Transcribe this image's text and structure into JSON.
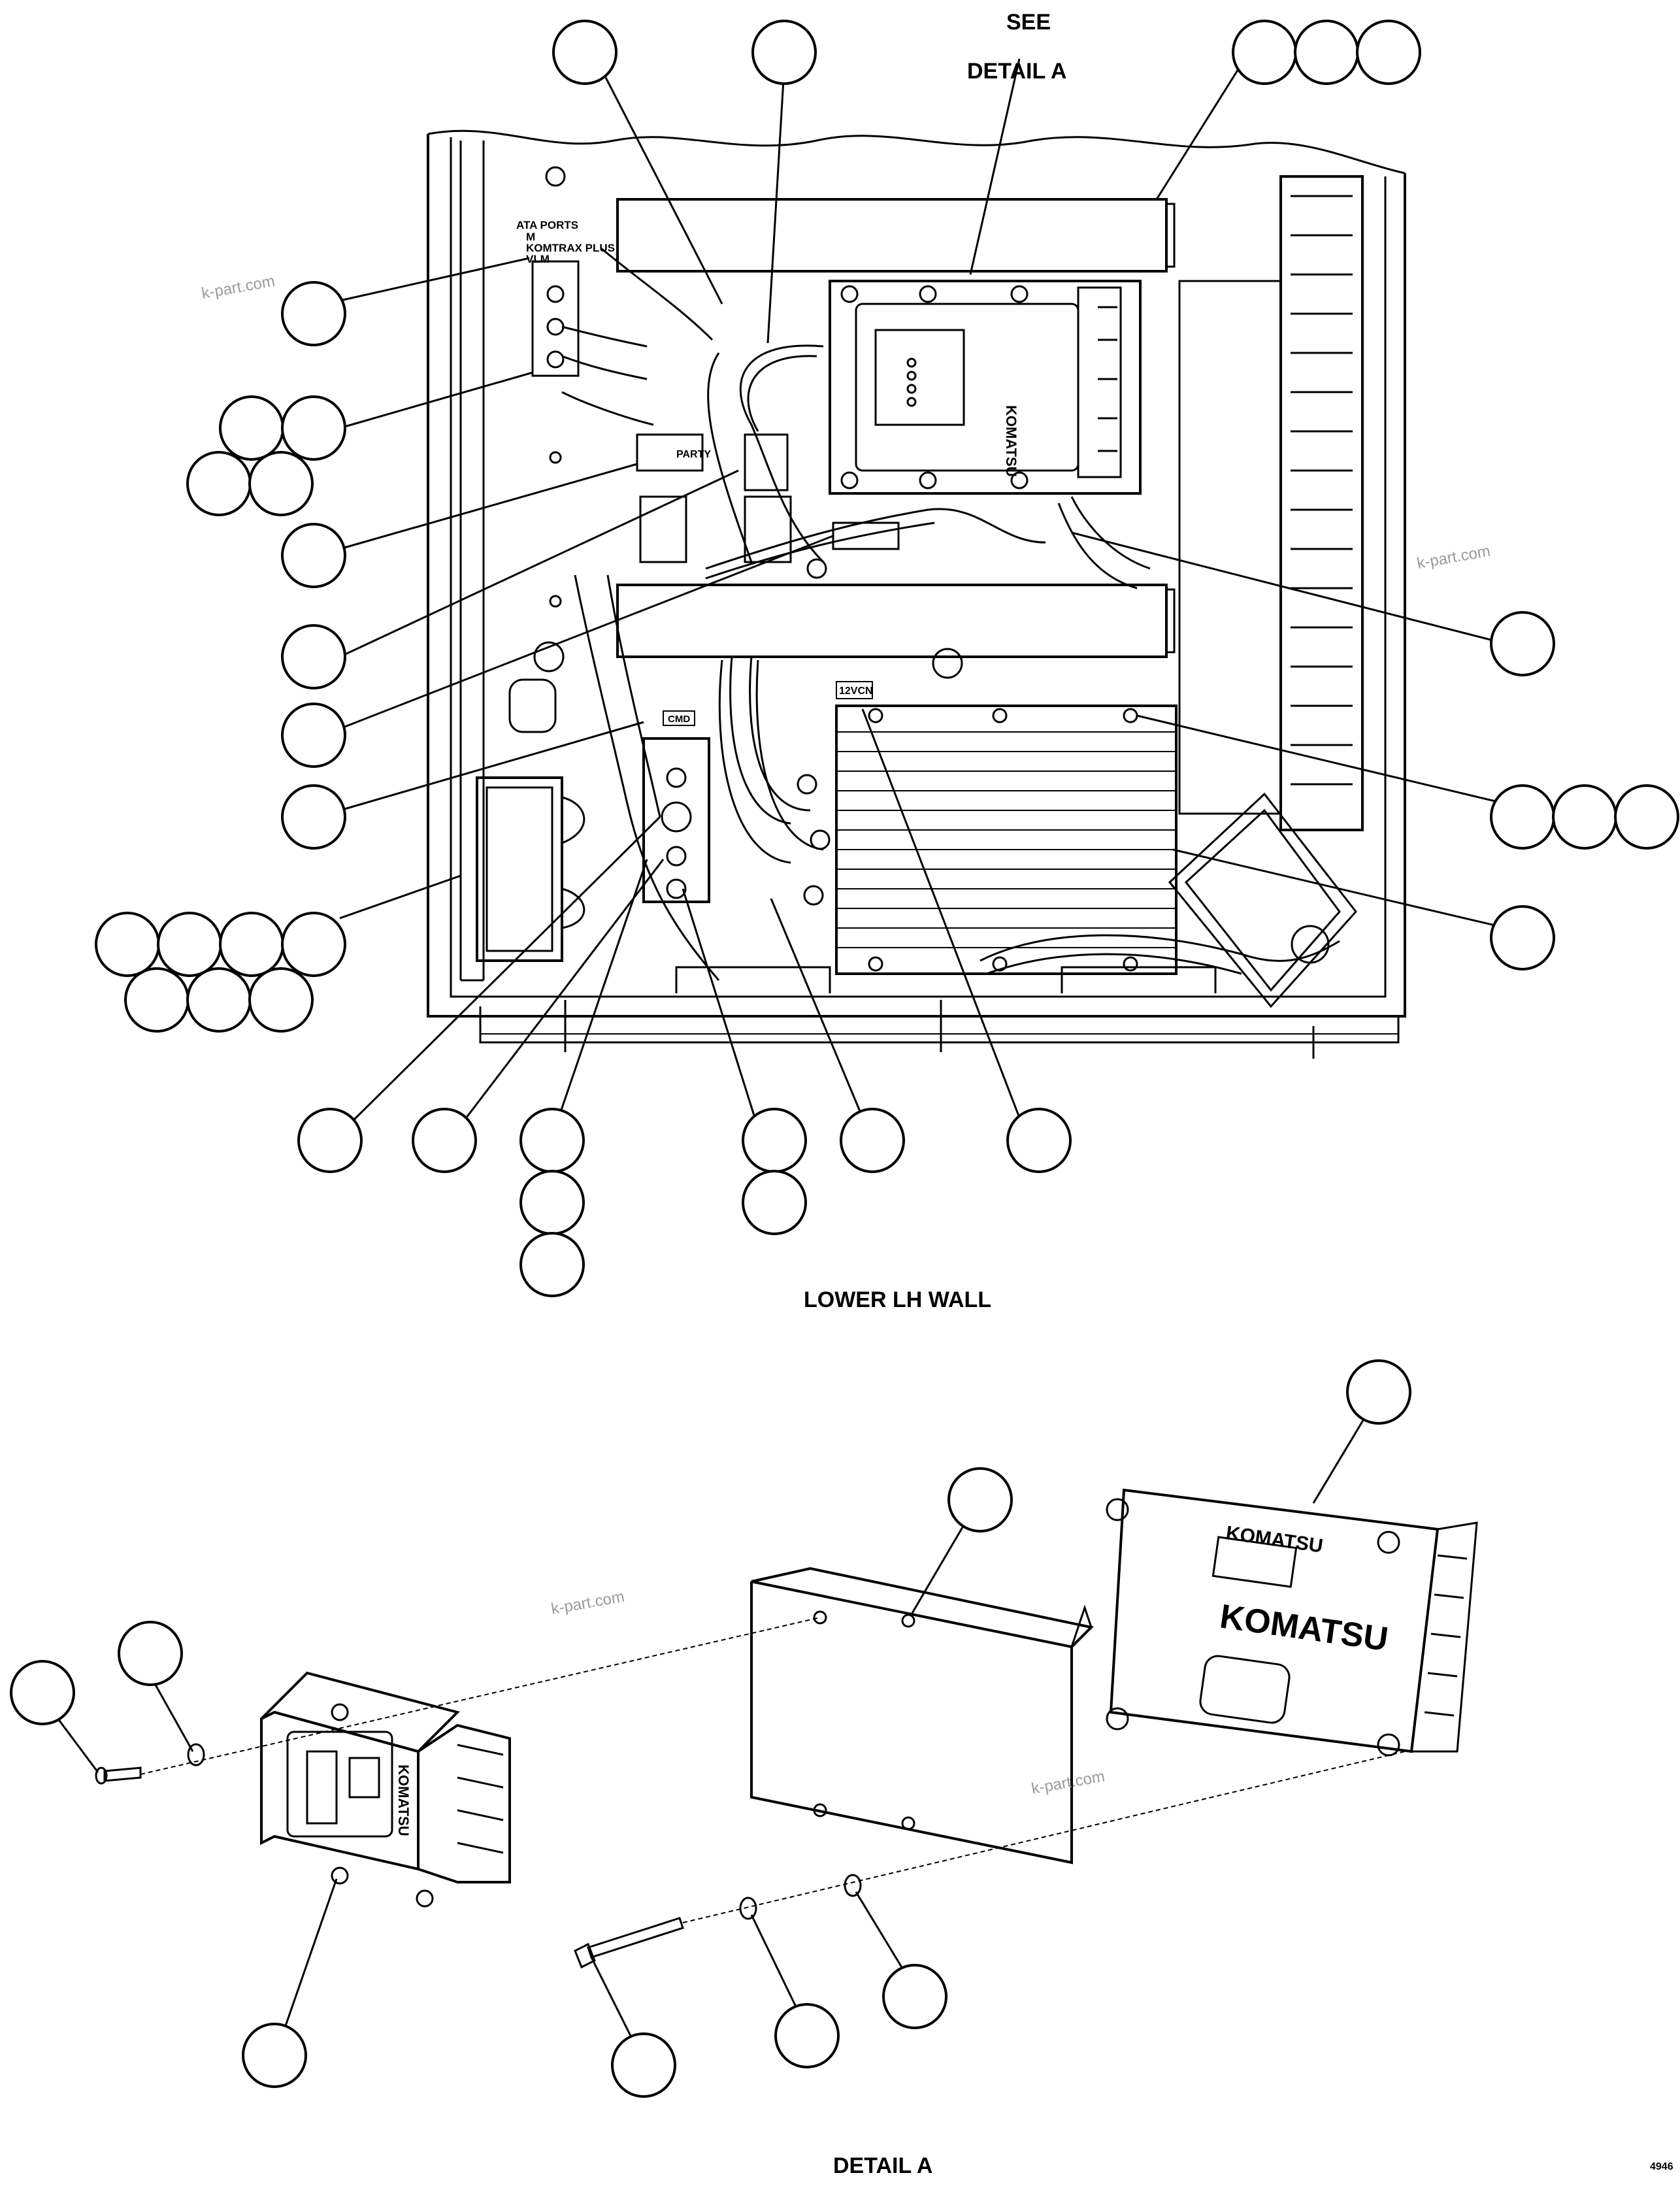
{
  "labels": {
    "see": "SEE",
    "detail_a_top": "DETAIL A",
    "lower_lh_wall": "LOWER LH WALL",
    "detail_a_bottom": "DETAIL A",
    "figure_id": "4946",
    "data_ports": "ATA PORTS",
    "data_ports_line2": "M",
    "komtrax": "KOMTRAX PLUS",
    "vlm": "VLM",
    "party": "PARTY",
    "cmd": "CMD",
    "voltage": "12VCN",
    "brand": "KOMATSU"
  },
  "watermarks": [
    "k-part.com",
    "k-part.com",
    "k-part.com",
    "k-part.com"
  ]
}
